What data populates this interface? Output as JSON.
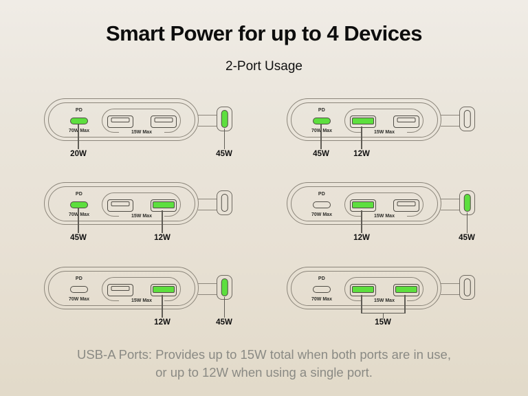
{
  "page": {
    "title": "Smart Power for up to 4 Devices",
    "subtitle": "2-Port Usage",
    "footer_line1": "USB-A Ports: Provides up to 15W total when both ports are in use,",
    "footer_line2": "or up to 12W when using a single port."
  },
  "device_labels": {
    "pd": "PD",
    "usbc_max": "70W Max",
    "usba_max": "15W Max"
  },
  "colors": {
    "active_green": "#5ddf3e",
    "outline_light": "#8b857a",
    "outline_dark": "#4f4c45",
    "background_top": "#f0ece6",
    "background_bottom": "#e2dac9",
    "footer_text": "#8a8a84"
  },
  "devices": [
    {
      "id": "top-left",
      "usbc": {
        "active": true,
        "label": "20W"
      },
      "usba1": {
        "active": false
      },
      "usba2": {
        "active": false
      },
      "connector": {
        "active": true,
        "label": "45W"
      }
    },
    {
      "id": "top-right",
      "usbc": {
        "active": true,
        "label": "45W"
      },
      "usba1": {
        "active": true,
        "label": "12W"
      },
      "usba2": {
        "active": false
      },
      "connector": {
        "active": false
      }
    },
    {
      "id": "middle-left",
      "usbc": {
        "active": true,
        "label": "45W"
      },
      "usba1": {
        "active": false
      },
      "usba2": {
        "active": true,
        "label": "12W"
      },
      "connector": {
        "active": false
      }
    },
    {
      "id": "middle-right",
      "usbc": {
        "active": false
      },
      "usba1": {
        "active": true,
        "label": "12W"
      },
      "usba2": {
        "active": false
      },
      "connector": {
        "active": true,
        "label": "45W"
      }
    },
    {
      "id": "bottom-left",
      "usbc": {
        "active": false
      },
      "usba1": {
        "active": false
      },
      "usba2": {
        "active": true,
        "label": "12W"
      },
      "connector": {
        "active": true,
        "label": "45W"
      }
    },
    {
      "id": "bottom-right",
      "usbc": {
        "active": false
      },
      "usba1": {
        "active": true
      },
      "usba2": {
        "active": true
      },
      "usba_combined_label": "15W",
      "connector": {
        "active": false
      }
    }
  ]
}
